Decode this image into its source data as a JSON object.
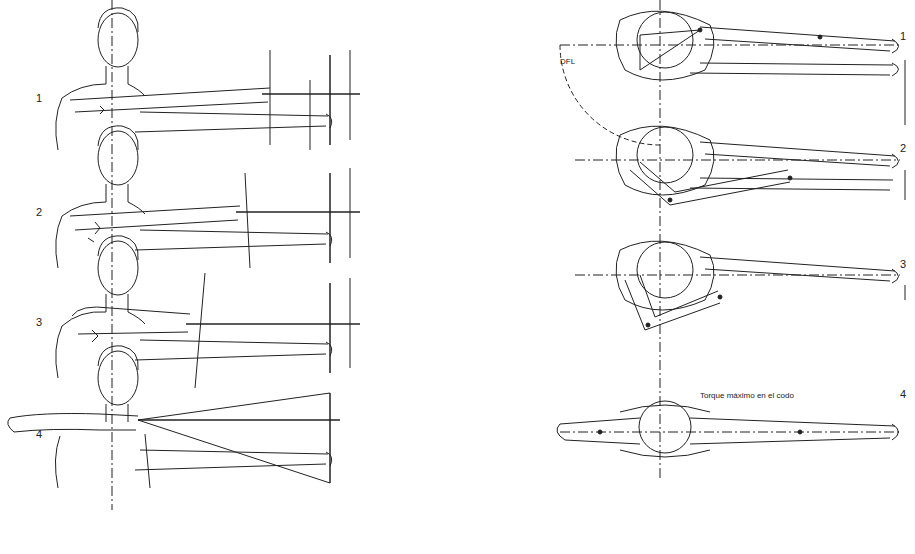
{
  "diagram": {
    "labels": [
      "1",
      "2",
      "3",
      "4",
      "DFL",
      "1",
      "2",
      "3",
      "4",
      "Torque máximo en el codo"
    ]
  }
}
